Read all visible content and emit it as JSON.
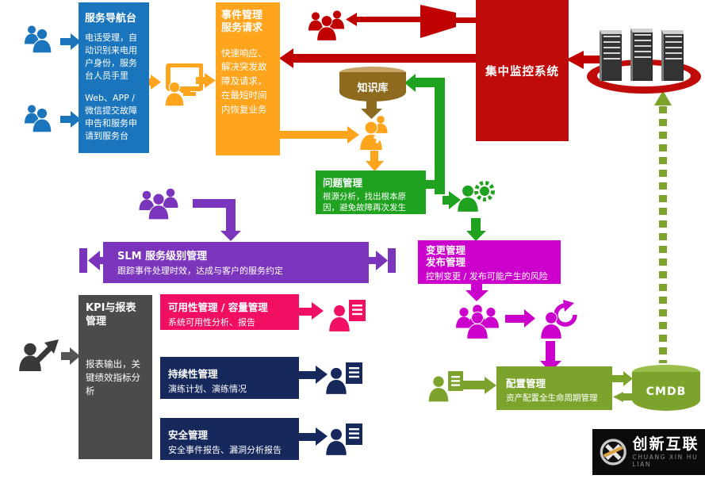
{
  "colors": {
    "blue": "#1B75BC",
    "orange": "#FFA41D",
    "red": "#C00B0B",
    "darkred": "#C00000",
    "brown": "#8E6A1F",
    "brownLight": "#C6A566",
    "green": "#1FA21F",
    "purple": "#7A35BC",
    "magenta": "#CC00CC",
    "gray": "#4B4B4D",
    "darkgray": "#555557",
    "pink": "#F00F62",
    "navy": "#17285D",
    "olive": "#7CA42D",
    "oliveLight": "#9CBE4C"
  },
  "boxes": {
    "service_desk": {
      "title": "服务导航台",
      "body1": "电话受理，自动识别来电用户身份，服务台人员手里",
      "body2": "Web、APP / 微信提交故障申告和服务申请到服务台"
    },
    "incident": {
      "title_line1": "事件管理",
      "title_line2": "服务请求",
      "body": "快速响应、解决突发故障及请求，在最短时间内恢复业务"
    },
    "monitoring": {
      "title": "集中监控系统"
    },
    "knowledge": {
      "title": "知识库"
    },
    "problem": {
      "title": "问题管理",
      "body": "根源分析，找出根本原因，避免故障再次发生"
    },
    "slm": {
      "title": "SLM 服务级别管理",
      "body": "跟踪事件处理时效，达成与客户的服务约定"
    },
    "change": {
      "title_line1": "变更管理",
      "title_line2": "发布管理",
      "body": "控制变更 / 发布可能产生的风险"
    },
    "kpi": {
      "title_line1": "KPI与报表",
      "title_line2": "管理",
      "body": "报表输出，关键绩效指标分析"
    },
    "availability": {
      "title": "可用性管理 / 容量管理",
      "body": "系统可用性分析、报告"
    },
    "continuity": {
      "title": "持续性管理",
      "body": "演练计划、演练情况"
    },
    "security": {
      "title": "安全管理",
      "body": "安全事件报告、漏洞分析报告"
    },
    "config": {
      "title": "配置管理",
      "body": "资产配置全生命周期管理"
    },
    "cmdb": {
      "title": "CMDB"
    }
  },
  "logo": {
    "name": "创新互联",
    "sub": "CHUANG XIN HU LIAN"
  },
  "icon_map": {
    "users-icon": "group of people silhouette",
    "monitor-user-icon": "person at computer monitor",
    "alert-users-icon": "people group receiving alert",
    "megaphone-icon": "alert megaphone",
    "knowledge-base-cylinder": "database cylinder",
    "person-add-icon": "person with star badge",
    "person-gear-icon": "person with gear",
    "person-refresh-icon": "person with circular arrow",
    "person-report-icon": "person with report document",
    "person-chart-icon": "person with rising arrow",
    "server-rack-icon": "server rack",
    "cmdb-cylinder": "CMDB database cylinder",
    "logo-icon": "circle X brand mark"
  }
}
